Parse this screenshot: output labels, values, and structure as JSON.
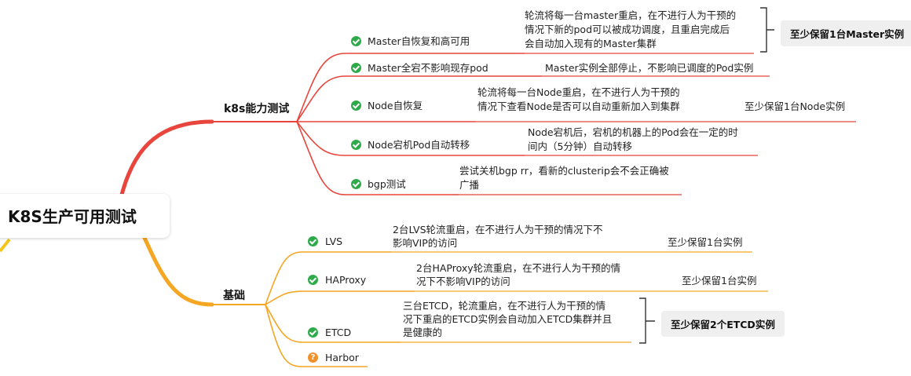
{
  "root": {
    "title": "K8S生产可用测试"
  },
  "branches": [
    {
      "label": "k8s能力测试",
      "color": "#e8453c",
      "items": [
        {
          "label": "Master自恢复和高可用",
          "status": "done",
          "desc": [
            "轮流将每一台master重启，在不进行人为干预的",
            "情况下新的pod可以被成功调度，且重启完成后",
            "会自动加入现有的Master集群"
          ]
        },
        {
          "label": "Master全宕不影响现存pod",
          "status": "done",
          "desc": [
            "Master实例全部停止，不影响已调度的Pod实例"
          ]
        },
        {
          "label": "Node自恢复",
          "status": "done",
          "desc": [
            "轮流将每一台Node重启，在不进行人为干预的",
            "情况下查看Node是否可以自动重新加入到集群"
          ],
          "extra": "至少保留1台Node实例"
        },
        {
          "label": "Node宕机Pod自动转移",
          "status": "done",
          "desc": [
            "Node宕机后，宕机的机器上的Pod会在一定的时",
            "间内（5分钟）自动转移"
          ]
        },
        {
          "label": "bgp测试",
          "status": "done",
          "desc": [
            "尝试关机bgp rr，看新的clusterip会不会正确被",
            "广播"
          ]
        }
      ]
    },
    {
      "label": "基础",
      "color": "#f5a623",
      "items": [
        {
          "label": "LVS",
          "status": "done",
          "desc": [
            "2台LVS轮流重启，在不进行人为干预的情况下不",
            "影响VIP的访问"
          ],
          "extra": "至少保留1台实例"
        },
        {
          "label": "HAProxy",
          "status": "done",
          "desc": [
            "2台HAProxy轮流重启，在不进行人为干预的情",
            "况下不影响VIP的访问"
          ],
          "extra": "至少保留1台实例"
        },
        {
          "label": "ETCD",
          "status": "done",
          "desc": [
            "三台ETCD，轮流重启，在不进行人为干预的情",
            "况下重启的ETCD实例会自动加入ETCD集群并且",
            "是健康的"
          ]
        },
        {
          "label": "Harbor",
          "status": "pending",
          "desc": []
        }
      ]
    }
  ],
  "callouts": {
    "master": "至少保留1台Master实例",
    "etcd": "至少保留2个ETCD实例"
  },
  "icons": {
    "done": "check-circle-icon",
    "pending": "question-circle-icon"
  },
  "colors": {
    "k8s": "#e8453c",
    "base": "#f5a623",
    "check": "#2faa4a",
    "pending": "#f0912b"
  }
}
